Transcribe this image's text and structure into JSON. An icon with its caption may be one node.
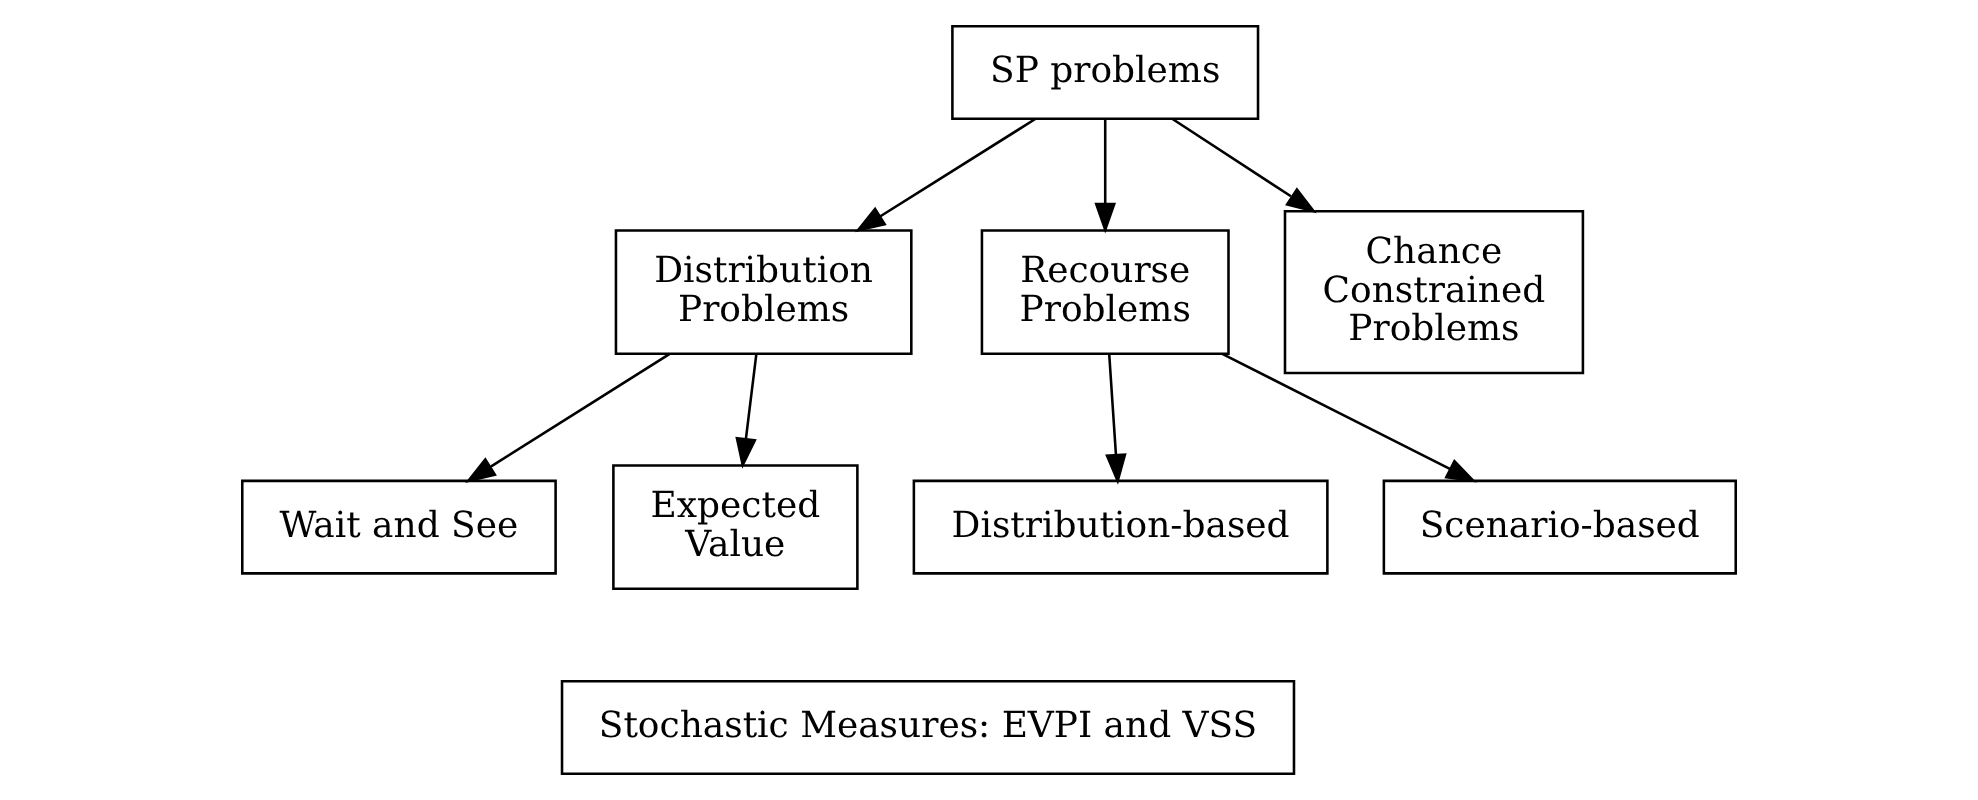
{
  "diagram": {
    "nodes": [
      {
        "text": [
          "SP problems"
        ]
      },
      {
        "text": [
          "Distribution Problems"
        ]
      },
      {
        "text": [
          "Recourse Problems"
        ]
      },
      {
        "text": [
          "Chance Constrained Problems"
        ]
      },
      {
        "text": [
          "Wait and See"
        ]
      },
      {
        "text": [
          "Expected Value"
        ]
      },
      {
        "text": [
          "Distribution-based"
        ]
      },
      {
        "text": [
          "Scenario-based"
        ]
      },
      {
        "text": [
          "Stochastic Measures: EVPI and VSS"
        ]
      }
    ],
    "edges": [
      {
        "from": 0,
        "to": 1,
        "arrow": "to"
      },
      {
        "from": 0,
        "to": 2,
        "arrow": "to"
      },
      {
        "from": 0,
        "to": 3,
        "arrow": "to"
      },
      {
        "from": 1,
        "to": 4,
        "arrow": "to"
      },
      {
        "from": 1,
        "to": 5,
        "arrow": "to"
      },
      {
        "from": 2,
        "to": 6,
        "arrow": "to"
      },
      {
        "from": 2,
        "to": 7,
        "arrow": "to"
      }
    ]
  }
}
